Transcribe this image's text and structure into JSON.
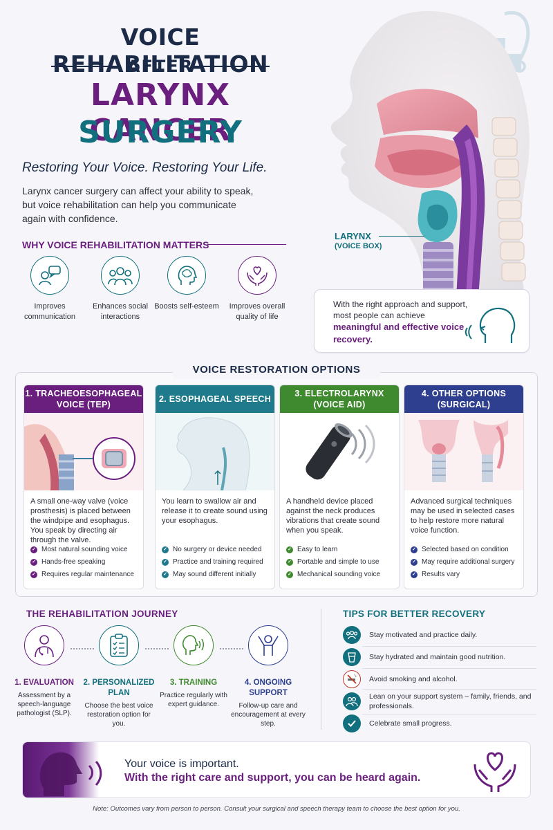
{
  "header": {
    "line1": "VOICE REHABILITATION",
    "line2": "AFTER",
    "line3": "LARYNX CANCER",
    "line4": "SURGERY",
    "tagline": "Restoring Your Voice. Restoring Your Life.",
    "intro": "Larynx cancer surgery can affect your ability to speak, but voice rehabilitation can help you communicate again with confidence."
  },
  "anatomy": {
    "label": "LARYNX",
    "sublabel": "(VOICE BOX)"
  },
  "why": {
    "heading": "WHY VOICE REHABILITATION MATTERS",
    "items": [
      {
        "label": "Improves communication",
        "icon": "speech-bubble-icon"
      },
      {
        "label": "Enhances social interactions",
        "icon": "people-group-icon"
      },
      {
        "label": "Boosts self-esteem",
        "icon": "head-brain-icon"
      },
      {
        "label": "Improves overall quality of life",
        "icon": "heart-hands-icon"
      }
    ]
  },
  "recovery": {
    "text": "With the right approach and support, most people can achieve",
    "highlight": "meaningful and effective voice recovery."
  },
  "options": {
    "heading": "VOICE RESTORATION OPTIONS",
    "cards": [
      {
        "title": "1. TRACHEOESOPHAGEAL VOICE (TEP)",
        "color": "#6a1f7f",
        "desc": "A small one-way valve (voice prosthesis) is placed between the windpipe and esophagus. You speak by directing air through the valve.",
        "points": [
          "Most natural sounding voice",
          "Hands-free speaking",
          "Requires regular maintenance"
        ]
      },
      {
        "title": "2. ESOPHAGEAL SPEECH",
        "color": "#1f7a8c",
        "desc": "You learn to swallow air and release it to create sound using your esophagus.",
        "points": [
          "No surgery or device needed",
          "Practice and training required",
          "May sound different initially"
        ]
      },
      {
        "title": "3. ELECTROLARYNX (VOICE AID)",
        "color": "#3f8a2e",
        "desc": "A handheld device placed against the neck produces vibrations that create sound when you speak.",
        "points": [
          "Easy to learn",
          "Portable and simple to use",
          "Mechanical sounding voice"
        ]
      },
      {
        "title": "4. OTHER OPTIONS (SURGICAL)",
        "color": "#2e3f8f",
        "desc": "Advanced surgical techniques may be used in selected cases to help restore more natural voice function.",
        "points": [
          "Selected based on condition",
          "May require additional surgery",
          "Results vary"
        ]
      }
    ]
  },
  "journey": {
    "heading": "THE REHABILITATION JOURNEY",
    "steps": [
      {
        "title": "1. EVALUATION",
        "desc": "Assessment by a speech-language pathologist (SLP).",
        "icon": "doctor-icon"
      },
      {
        "title": "2. PERSONALIZED PLAN",
        "desc": "Choose the best voice restoration option for you.",
        "icon": "clipboard-icon"
      },
      {
        "title": "3. TRAINING",
        "desc": "Practice regularly with expert guidance.",
        "icon": "speaking-face-icon"
      },
      {
        "title": "4. ONGOING SUPPORT",
        "desc": "Follow-up care and encouragement at every step.",
        "icon": "celebrating-person-icon"
      }
    ]
  },
  "tips": {
    "heading": "TIPS FOR BETTER RECOVERY",
    "items": [
      {
        "text": "Stay motivated and practice daily.",
        "icon": "group-icon"
      },
      {
        "text": "Stay hydrated and maintain good nutrition.",
        "icon": "glass-icon"
      },
      {
        "text": "Avoid smoking and alcohol.",
        "icon": "no-smoking-icon"
      },
      {
        "text": "Lean on your support system – family, friends, and professionals.",
        "icon": "support-icon"
      },
      {
        "text": "Celebrate small progress.",
        "icon": "check-icon"
      }
    ]
  },
  "banner": {
    "line1": "Your voice is important.",
    "line2": "With the right care and support, you can be heard again."
  },
  "note": "Note: Outcomes vary from person to person. Consult your surgical and speech therapy team to choose the best option for you.",
  "colors": {
    "navy": "#1b2a47",
    "purple": "#6a1f7f",
    "teal": "#12707e",
    "green": "#3f8a2e",
    "blue": "#2e3f8f"
  }
}
